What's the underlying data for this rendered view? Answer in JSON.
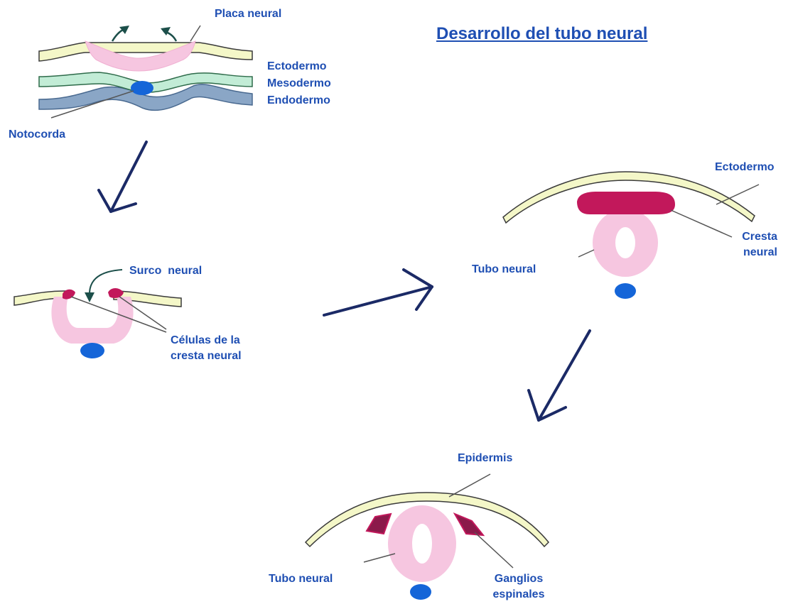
{
  "title": "Desarrollo del tubo neural",
  "stage1": {
    "placa_neural": "Placa neural",
    "ectodermo": "Ectodermo",
    "mesodermo": "Mesodermo",
    "endodermo": "Endodermo",
    "notocorda": "Notocorda"
  },
  "stage2": {
    "surco_neural": "Surco  neural",
    "celulas_line1": "Células de la",
    "celulas_line2": "cresta neural"
  },
  "stage3": {
    "ectodermo": "Ectodermo",
    "cresta_line1": "Cresta",
    "cresta_line2": "neural",
    "tubo_neural": "Tubo neural"
  },
  "stage4": {
    "epidermis": "Epidermis",
    "tubo_neural": "Tubo neural",
    "ganglios_line1": "Ganglios",
    "ganglios_line2": "espinales"
  },
  "colors": {
    "label_blue": "#1f4fb3",
    "ectoderm_yellow": "#f4f7c8",
    "mesoderm_green": "#c2ecd6",
    "endoderm_blue": "#8aa6c6",
    "neural_pink": "#f6c6e0",
    "crest_magenta": "#c2185b",
    "notochord_blue": "#1565d8",
    "arrow_navy": "#1b2a66"
  }
}
